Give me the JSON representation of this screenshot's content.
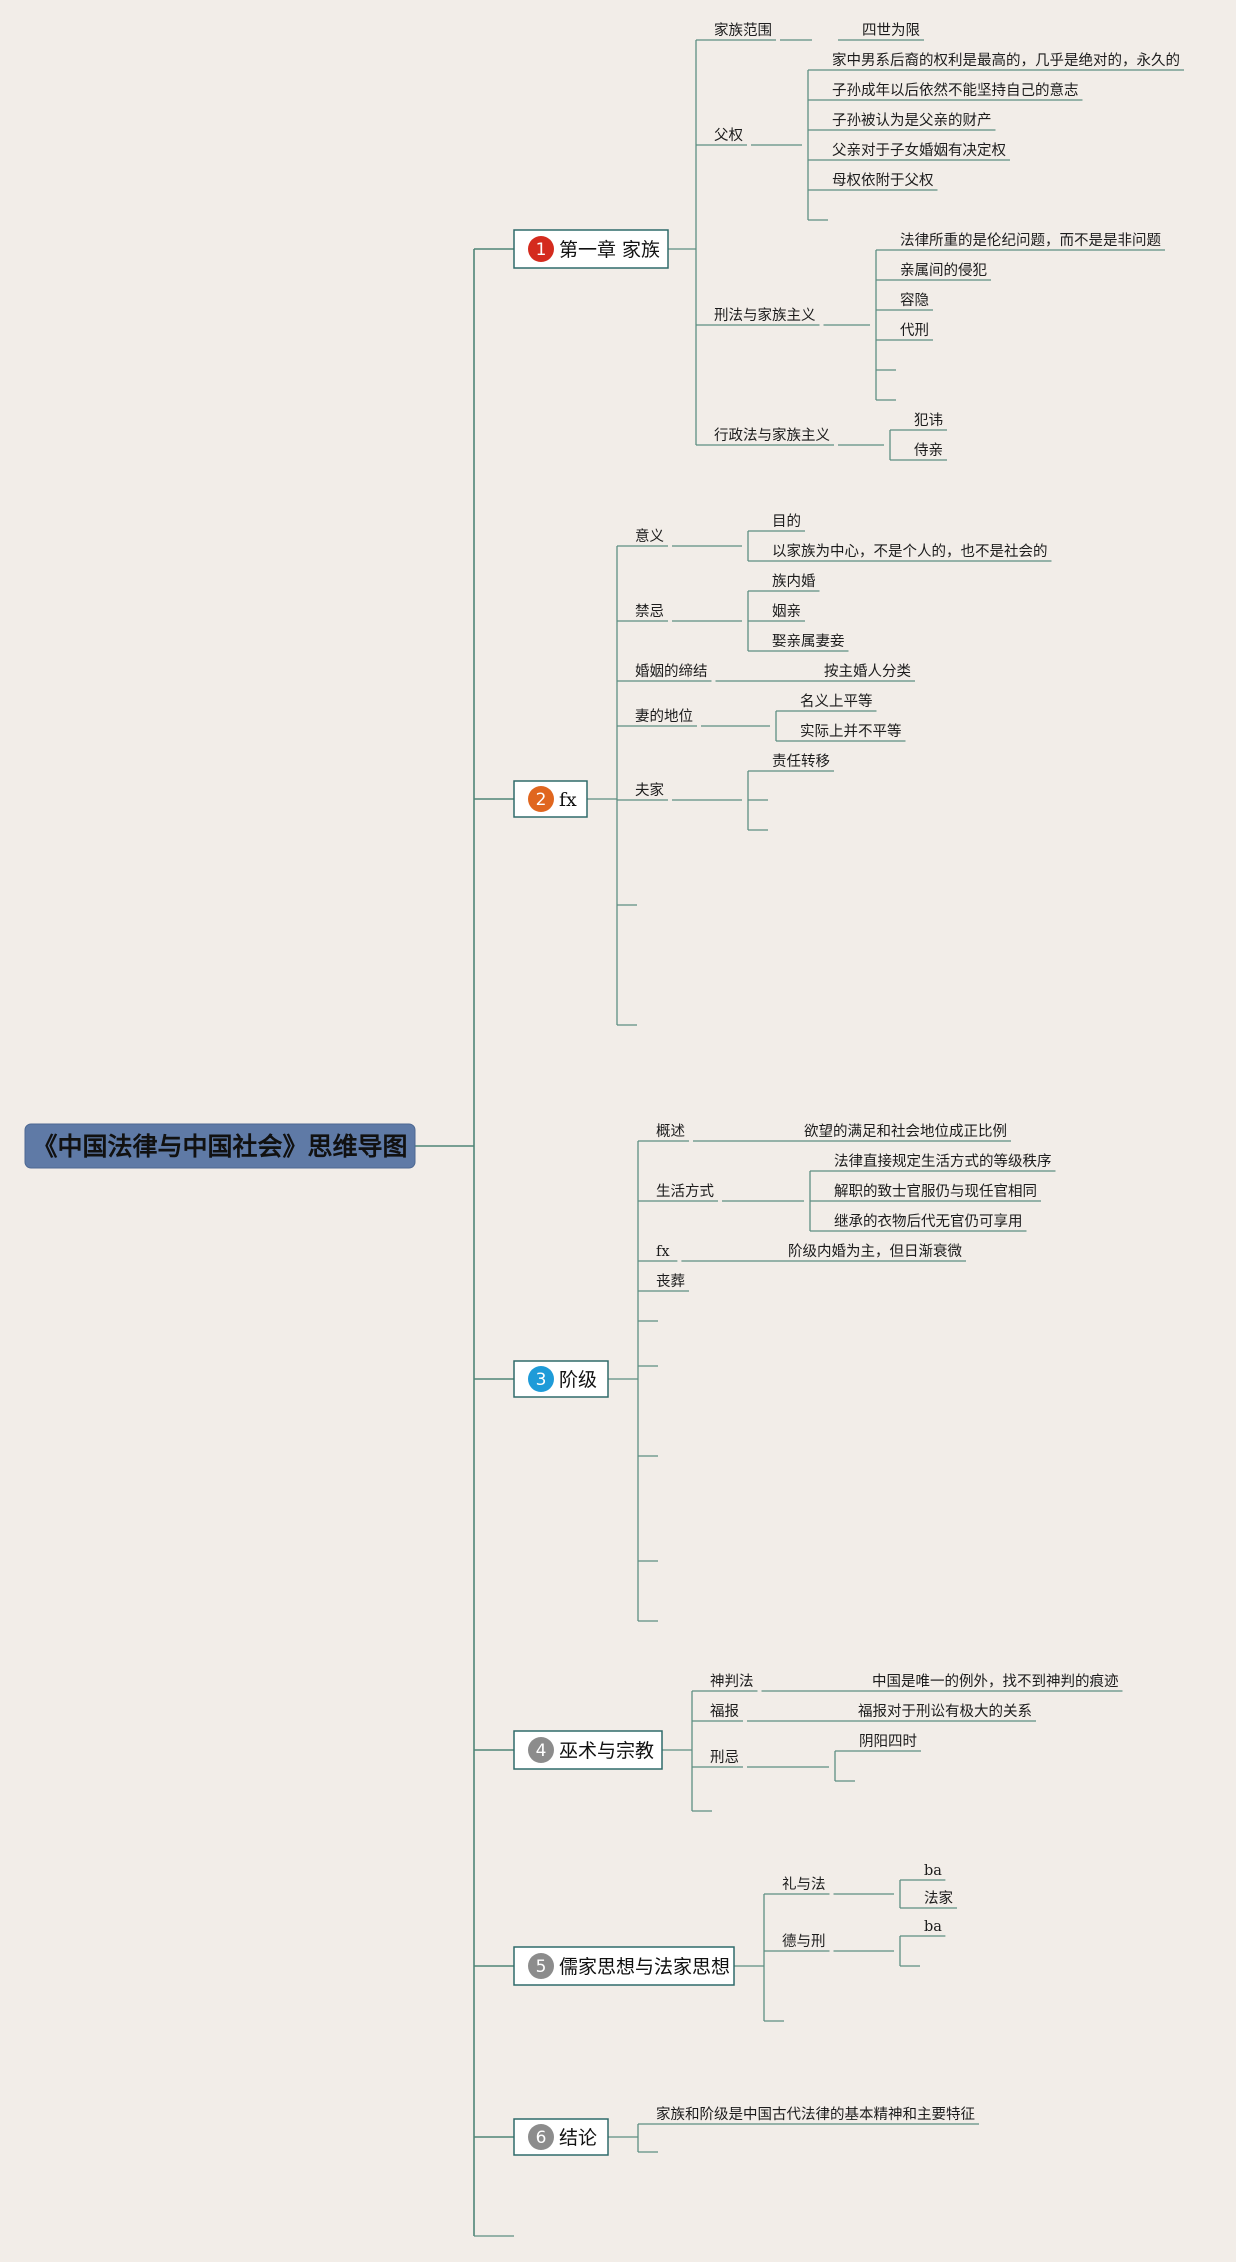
{
  "root": "《中国法律与中国社会》思维导图",
  "colors": {
    "background": "#f2ede8",
    "root_fill": "#5f7aa6",
    "line": "#5e8f82",
    "chapter_border": "#2f6b6a",
    "badge_1": "#d42b1e",
    "badge_2": "#e0661f",
    "badge_3": "#1e9bd8",
    "badge_4": "#8c8c8c",
    "badge_5": "#8c8c8c",
    "badge_6": "#8c8c8c"
  },
  "chapters": [
    {
      "num": "1",
      "label": "第一章 家族",
      "children": [
        {
          "label": "家族范围",
          "children": [
            {
              "label": "四世为限"
            }
          ]
        },
        {
          "label": "父权",
          "children": [
            {
              "label": "家中男系后裔的权利是最高的，几乎是绝对的，永久的"
            },
            {
              "label": "子孙成年以后依然不能坚持自己的意志"
            },
            {
              "label": "子孙被认为是父亲的财产"
            },
            {
              "label": "父亲对于子女婚姻有决定权"
            },
            {
              "label": "母权依附于父权"
            },
            {
              "label": ""
            }
          ]
        },
        {
          "label": "刑法与家族主义",
          "children": [
            {
              "label": "法律所重的是伦纪问题，而不是是非问题"
            },
            {
              "label": "亲属间的侵犯"
            },
            {
              "label": "容隐"
            },
            {
              "label": "代刑"
            },
            {
              "label": ""
            },
            {
              "label": ""
            }
          ]
        },
        {
          "label": "行政法与家族主义",
          "children": [
            {
              "label": "犯讳"
            },
            {
              "label": "侍亲"
            }
          ]
        }
      ]
    },
    {
      "num": "2",
      "label": "fx",
      "children": [
        {
          "label": "意义",
          "children": [
            {
              "label": "目的"
            },
            {
              "label": "以家族为中心，不是个人的，也不是社会的"
            }
          ]
        },
        {
          "label": "禁忌",
          "children": [
            {
              "label": "族内婚"
            },
            {
              "label": "姻亲"
            },
            {
              "label": "娶亲属妻妾"
            }
          ]
        },
        {
          "label": "婚姻的缔结",
          "children": [
            {
              "label": "按主婚人分类"
            }
          ]
        },
        {
          "label": "妻的地位",
          "children": [
            {
              "label": "名义上平等"
            },
            {
              "label": "实际上并不平等"
            }
          ]
        },
        {
          "label": "夫家",
          "children": [
            {
              "label": "责任转移"
            },
            {
              "label": ""
            },
            {
              "label": ""
            }
          ]
        },
        {
          "label": ""
        },
        {
          "label": ""
        }
      ]
    },
    {
      "num": "3",
      "label": "阶级",
      "children": [
        {
          "label": "概述",
          "children": [
            {
              "label": "欲望的满足和社会地位成正比例"
            }
          ]
        },
        {
          "label": "生活方式",
          "children": [
            {
              "label": "法律直接规定生活方式的等级秩序"
            },
            {
              "label": "解职的致士官服仍与现任官相同"
            },
            {
              "label": "继承的衣物后代无官仍可享用"
            }
          ]
        },
        {
          "label": "fx",
          "children": [
            {
              "label": "阶级内婚为主，但日渐衰微"
            }
          ]
        },
        {
          "label": "丧葬"
        },
        {
          "label": ""
        },
        {
          "label": ""
        },
        {
          "label": ""
        },
        {
          "label": ""
        },
        {
          "label": ""
        }
      ]
    },
    {
      "num": "4",
      "label": "巫术与宗教",
      "children": [
        {
          "label": "神判法",
          "children": [
            {
              "label": "中国是唯一的例外，找不到神判的痕迹"
            }
          ]
        },
        {
          "label": "福报",
          "children": [
            {
              "label": "福报对于刑讼有极大的关系"
            }
          ]
        },
        {
          "label": "刑忌",
          "children": [
            {
              "label": "阴阳四时"
            },
            {
              "label": ""
            }
          ]
        },
        {
          "label": ""
        }
      ]
    },
    {
      "num": "5",
      "label": "儒家思想与法家思想",
      "children": [
        {
          "label": "礼与法",
          "children": [
            {
              "label": "ba"
            },
            {
              "label": "法家"
            }
          ]
        },
        {
          "label": "德与刑",
          "children": [
            {
              "label": "ba"
            },
            {
              "label": ""
            }
          ]
        },
        {
          "label": ""
        }
      ]
    },
    {
      "num": "6",
      "label": "结论",
      "children": [
        {
          "label": "家族和阶级是中国古代法律的基本精神和主要特征"
        },
        {
          "label": ""
        }
      ]
    }
  ]
}
